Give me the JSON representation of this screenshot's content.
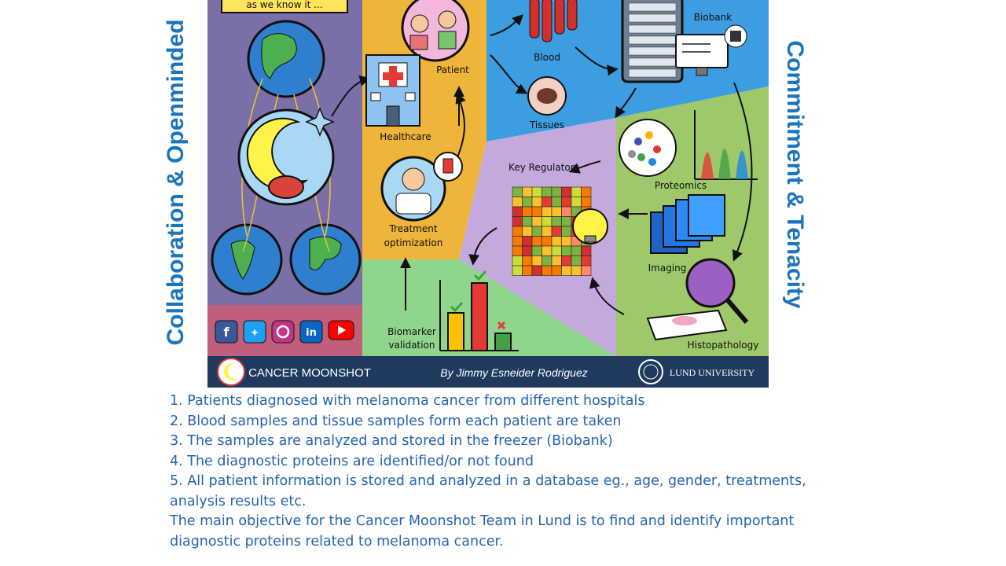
{
  "side_titles": {
    "left": "Collaboration & Openminded",
    "right": "Commitment & Tenacity"
  },
  "infographic": {
    "banner": "as we know it ...",
    "labels": {
      "patient": "Patient",
      "healthcare": "Healthcare",
      "treatment_line1": "Treatment",
      "treatment_line2": "optimization",
      "blood": "Blood",
      "tissues": "Tissues",
      "biobank": "Biobank",
      "key_regulators": "Key Regulators",
      "proteomics": "Proteomics",
      "imaging": "Imaging",
      "histopathology": "Histopathology",
      "biomarker_line1": "Biomarker",
      "biomarker_line2": "validation"
    },
    "footer": {
      "brand": "CANCER MOONSHOT",
      "author": "By Jimmy Esneider Rodriguez",
      "university": "LUND UNIVERSITY"
    },
    "social_icons": [
      "facebook-icon",
      "twitter-icon",
      "instagram-icon",
      "linkedin-icon",
      "youtube-icon"
    ]
  },
  "notes": [
    "1. Patients diagnosed with melanoma cancer from different hospitals",
    "2. Blood samples and tissue samples form each patient are taken",
    "3. The samples are analyzed and stored in the freezer (Biobank)",
    "4. The diagnostic proteins are identified/or not found",
    "5. All patient information is stored and analyzed in a database eg., age, gender, treatments,",
    "analysis results etc.",
    "The main objective for the Cancer Moonshot Team in Lund is to find and identify important",
    "diagnostic proteins related to melanoma cancer."
  ],
  "colors": {
    "title_blue": "#1b75bc",
    "notes_blue": "#2464b0",
    "purple_panel": "#7b6fa8",
    "yellow_panel": "#efb43a",
    "blue_panel": "#3c9ee0",
    "green_panel": "#9ec86a",
    "lilac_panel": "#c4a9dd",
    "footer_navy": "#1f3a5e"
  }
}
